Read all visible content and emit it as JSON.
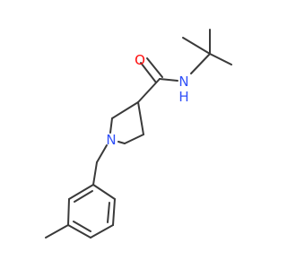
{
  "molecule": {
    "atoms": {
      "oxygen": {
        "label": "O",
        "color": "#ff0d0d"
      },
      "amide_nitrogen": {
        "label": "N",
        "color": "#3050f8"
      },
      "amide_hydrogen": {
        "label": "H",
        "color": "#3050f8"
      },
      "ring_nitrogen": {
        "label": "N",
        "color": "#3050f8"
      }
    },
    "bond_color": "#3a3a3a"
  }
}
